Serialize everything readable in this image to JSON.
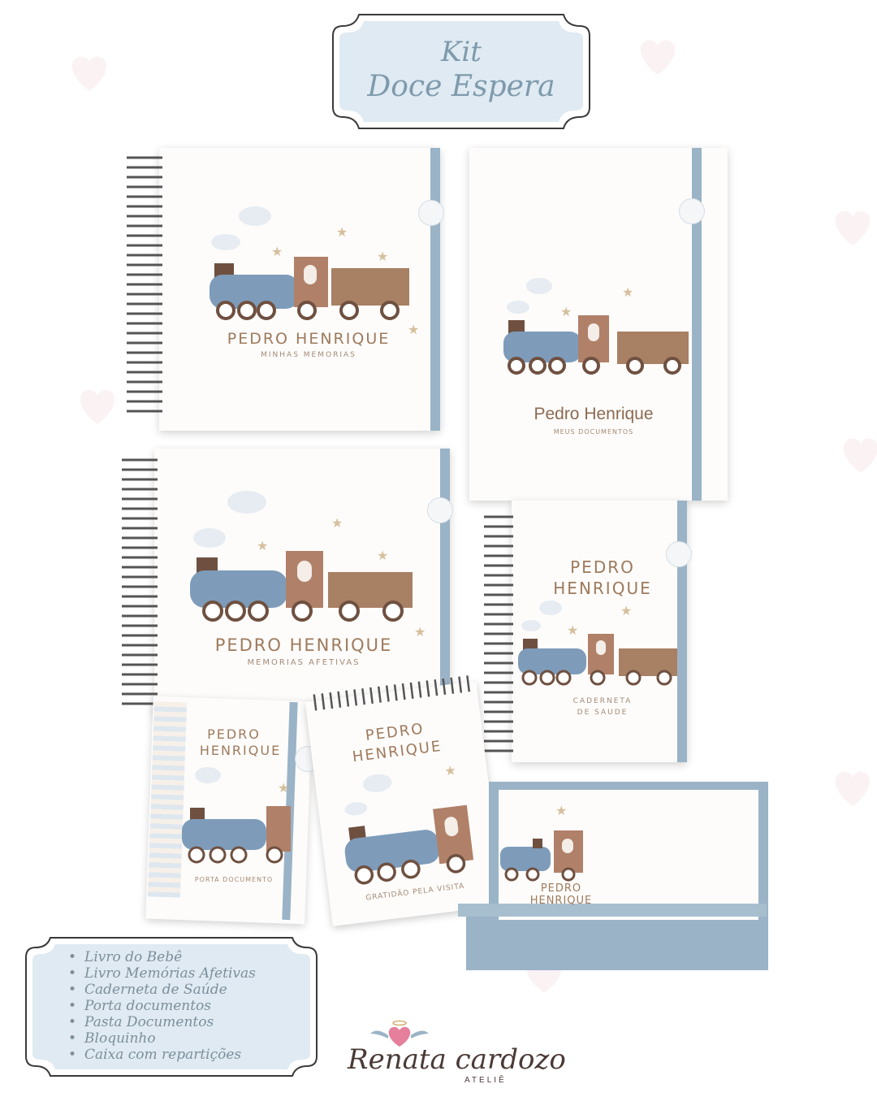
{
  "title": {
    "line1": "Kit",
    "line2": "Doce Espera"
  },
  "products": {
    "livro_bebe": {
      "name": "PEDRO HENRIQUE",
      "subtitle": "MINHAS MEMORIAS"
    },
    "pasta": {
      "name": "Pedro Henrique",
      "subtitle": "MEUS DOCUMENTOS"
    },
    "memorias": {
      "name": "PEDRO HENRIQUE",
      "subtitle": "MEMORIAS AFETIVAS"
    },
    "caderneta": {
      "name_line1": "PEDRO",
      "name_line2": "HENRIQUE",
      "subtitle_line1": "CADERNETA",
      "subtitle_line2": "DE SAUDE"
    },
    "porta": {
      "name_line1": "PEDRO",
      "name_line2": "HENRIQUE",
      "subtitle": "PORTA DOCUMENTO"
    },
    "bloquinho": {
      "name_line1": "PEDRO",
      "name_line2": "HENRIQUE",
      "subtitle": "GRATIDÃO PELA VISITA"
    },
    "caixa": {
      "name": "PEDRO HENRIQUE"
    }
  },
  "kit_items": [
    "Livro do Bebê",
    "Livro Memórias Afetivas",
    "Caderneta de Saúde",
    "Porta documentos",
    "Pasta Documentos",
    "Bloquinho",
    "Caixa com repartições"
  ],
  "brand": {
    "name": "Renata cardozo",
    "sub": "ATELIÊ"
  },
  "colors": {
    "accent_blue": "#9ab3c6",
    "plaque_fill": "#dfeaf2",
    "text_brown": "#9e7a5c"
  }
}
